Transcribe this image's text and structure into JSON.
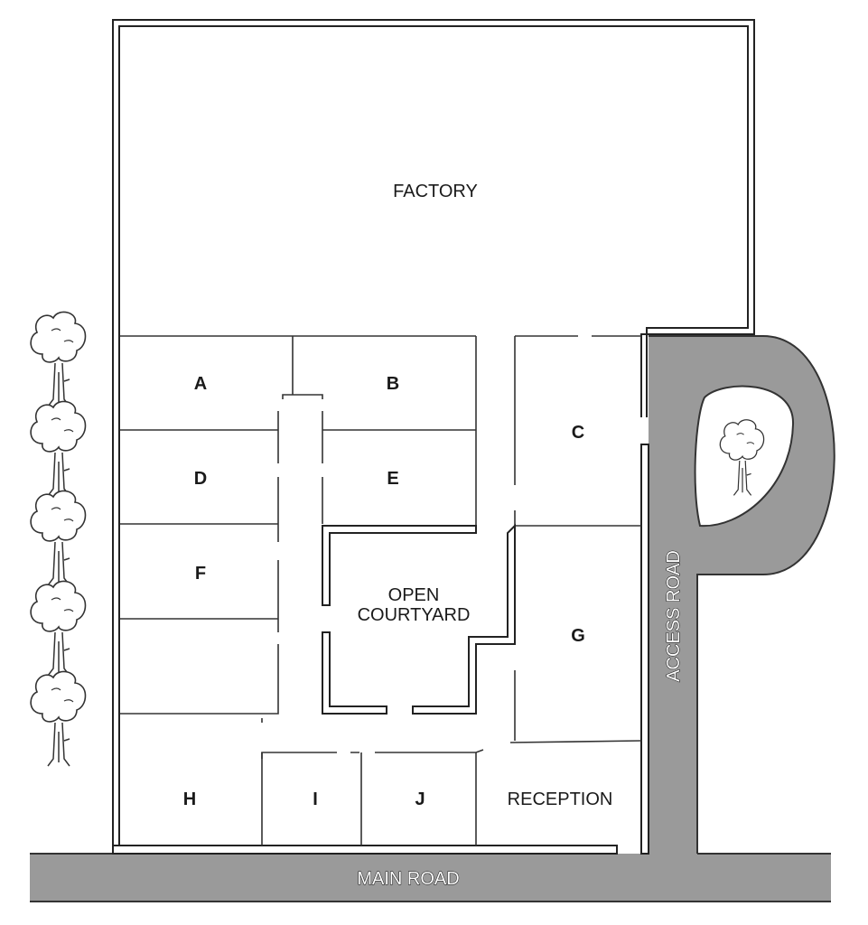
{
  "title": "Site floor plan",
  "areas": {
    "factory": "FACTORY",
    "a": "A",
    "b": "B",
    "c": "C",
    "d": "D",
    "e": "E",
    "f": "F",
    "g": "G",
    "h": "H",
    "i": "I",
    "j": "J",
    "reception": "RECEPTION",
    "courtyard_line1": "OPEN",
    "courtyard_line2": "COURTYARD"
  },
  "roads": {
    "main": "MAIN ROAD",
    "access": "ACCESS ROAD"
  },
  "colors": {
    "road": "#9a9a9a",
    "wall": "#222222"
  },
  "icons": [
    "tree-icon"
  ]
}
